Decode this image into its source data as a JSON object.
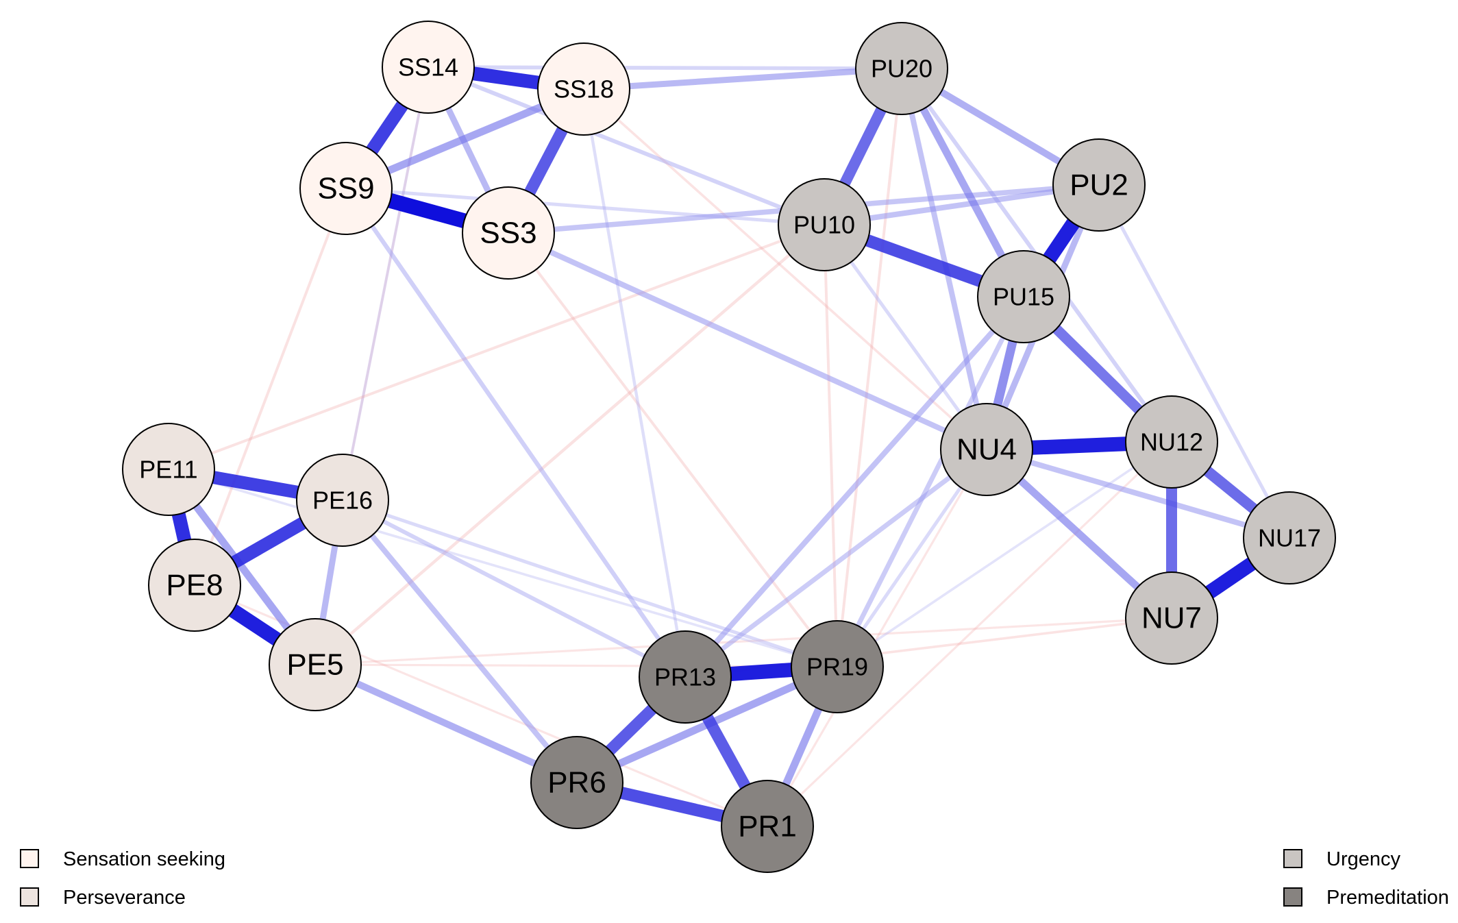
{
  "groups": {
    "SS": {
      "label": "Sensation seeking",
      "color": "#fff4ef"
    },
    "PE": {
      "label": "Perseverance",
      "color": "#ede4df"
    },
    "PU": {
      "label": "Urgency",
      "color": "#c9c5c2"
    },
    "NU": {
      "label": "Urgency",
      "color": "#c9c5c2"
    },
    "PR": {
      "label": "Premeditation",
      "color": "#878380"
    }
  },
  "legend": [
    {
      "label": "Sensation seeking",
      "color": "#fff4ef"
    },
    {
      "label": "Perseverance",
      "color": "#ede4df"
    },
    {
      "label": "Urgency",
      "color": "#c9c5c2"
    },
    {
      "label": "Premeditation",
      "color": "#878380"
    }
  ],
  "nodes": [
    {
      "id": "SS14",
      "group": "SS"
    },
    {
      "id": "SS18",
      "group": "SS"
    },
    {
      "id": "SS9",
      "group": "SS"
    },
    {
      "id": "SS3",
      "group": "SS"
    },
    {
      "id": "PU20",
      "group": "PU"
    },
    {
      "id": "PU10",
      "group": "PU"
    },
    {
      "id": "PU2",
      "group": "PU"
    },
    {
      "id": "PU15",
      "group": "PU"
    },
    {
      "id": "NU4",
      "group": "NU"
    },
    {
      "id": "NU12",
      "group": "NU"
    },
    {
      "id": "NU17",
      "group": "NU"
    },
    {
      "id": "NU7",
      "group": "NU"
    },
    {
      "id": "PE11",
      "group": "PE"
    },
    {
      "id": "PE16",
      "group": "PE"
    },
    {
      "id": "PE8",
      "group": "PE"
    },
    {
      "id": "PE5",
      "group": "PE"
    },
    {
      "id": "PR13",
      "group": "PR"
    },
    {
      "id": "PR19",
      "group": "PR"
    },
    {
      "id": "PR6",
      "group": "PR"
    },
    {
      "id": "PR1",
      "group": "PR"
    }
  ],
  "edges": [
    {
      "a": "SS14",
      "b": "SS18",
      "w": 0.9,
      "sign": 1
    },
    {
      "a": "SS14",
      "b": "SS9",
      "w": 0.85,
      "sign": 1
    },
    {
      "a": "SS9",
      "b": "SS3",
      "w": 1.0,
      "sign": 1
    },
    {
      "a": "SS18",
      "b": "SS3",
      "w": 0.75,
      "sign": 1
    },
    {
      "a": "SS9",
      "b": "SS18",
      "w": 0.45,
      "sign": 1
    },
    {
      "a": "SS14",
      "b": "SS3",
      "w": 0.35,
      "sign": 1
    },
    {
      "a": "SS18",
      "b": "PU20",
      "w": 0.35,
      "sign": 1
    },
    {
      "a": "SS14",
      "b": "PU20",
      "w": 0.18,
      "sign": 1
    },
    {
      "a": "SS3",
      "b": "PU2",
      "w": 0.28,
      "sign": 1
    },
    {
      "a": "SS14",
      "b": "PU10",
      "w": 0.2,
      "sign": 1
    },
    {
      "a": "SS9",
      "b": "PU10",
      "w": 0.15,
      "sign": 1
    },
    {
      "a": "SS3",
      "b": "NU4",
      "w": 0.3,
      "sign": 1
    },
    {
      "a": "SS18",
      "b": "PR13",
      "w": 0.12,
      "sign": 1
    },
    {
      "a": "SS9",
      "b": "PR13",
      "w": 0.22,
      "sign": 1
    },
    {
      "a": "SS14",
      "b": "PE16",
      "w": 0.1,
      "sign": 1
    },
    {
      "a": "SS3",
      "b": "PR19",
      "w": 0.1,
      "sign": -1
    },
    {
      "a": "SS18",
      "b": "NU4",
      "w": 0.08,
      "sign": -1
    },
    {
      "a": "SS9",
      "b": "PE8",
      "w": 0.1,
      "sign": -1
    },
    {
      "a": "SS14",
      "b": "PE16",
      "w": 0.08,
      "sign": -1
    },
    {
      "a": "PU20",
      "b": "PU10",
      "w": 0.7,
      "sign": 1
    },
    {
      "a": "PU20",
      "b": "PU2",
      "w": 0.4,
      "sign": 1
    },
    {
      "a": "PU20",
      "b": "PU15",
      "w": 0.45,
      "sign": 1
    },
    {
      "a": "PU20",
      "b": "NU4",
      "w": 0.3,
      "sign": 1
    },
    {
      "a": "PU20",
      "b": "NU12",
      "w": 0.2,
      "sign": 1
    },
    {
      "a": "PU10",
      "b": "PU15",
      "w": 0.8,
      "sign": 1
    },
    {
      "a": "PU10",
      "b": "PU2",
      "w": 0.3,
      "sign": 1
    },
    {
      "a": "PU2",
      "b": "PU15",
      "w": 0.95,
      "sign": 1
    },
    {
      "a": "PU2",
      "b": "NU4",
      "w": 0.35,
      "sign": 1
    },
    {
      "a": "PU2",
      "b": "NU17",
      "w": 0.15,
      "sign": 1
    },
    {
      "a": "PU15",
      "b": "NU4",
      "w": 0.55,
      "sign": 1
    },
    {
      "a": "PU15",
      "b": "NU12",
      "w": 0.65,
      "sign": 1
    },
    {
      "a": "PU15",
      "b": "PR13",
      "w": 0.3,
      "sign": 1
    },
    {
      "a": "PU15",
      "b": "PR19",
      "w": 0.25,
      "sign": 1
    },
    {
      "a": "PU10",
      "b": "NU4",
      "w": 0.15,
      "sign": 1
    },
    {
      "a": "PU10",
      "b": "PE5",
      "w": 0.12,
      "sign": -1
    },
    {
      "a": "PU10",
      "b": "PE11",
      "w": 0.1,
      "sign": -1
    },
    {
      "a": "PU20",
      "b": "PR19",
      "w": 0.1,
      "sign": -1
    },
    {
      "a": "PU10",
      "b": "PR19",
      "w": 0.1,
      "sign": -1
    },
    {
      "a": "NU4",
      "b": "NU12",
      "w": 0.95,
      "sign": 1
    },
    {
      "a": "NU4",
      "b": "NU7",
      "w": 0.45,
      "sign": 1
    },
    {
      "a": "NU4",
      "b": "NU17",
      "w": 0.3,
      "sign": 1
    },
    {
      "a": "NU12",
      "b": "NU17",
      "w": 0.7,
      "sign": 1
    },
    {
      "a": "NU12",
      "b": "NU7",
      "w": 0.7,
      "sign": 1
    },
    {
      "a": "NU17",
      "b": "NU7",
      "w": 0.95,
      "sign": 1
    },
    {
      "a": "NU4",
      "b": "PR13",
      "w": 0.25,
      "sign": 1
    },
    {
      "a": "NU4",
      "b": "PR19",
      "w": 0.15,
      "sign": 1
    },
    {
      "a": "NU12",
      "b": "PR19",
      "w": 0.08,
      "sign": 1
    },
    {
      "a": "NU7",
      "b": "PR13",
      "w": 0.08,
      "sign": -1
    },
    {
      "a": "NU7",
      "b": "PE5",
      "w": 0.06,
      "sign": -1
    },
    {
      "a": "PE11",
      "b": "PE16",
      "w": 0.85,
      "sign": 1
    },
    {
      "a": "PE11",
      "b": "PE8",
      "w": 0.9,
      "sign": 1
    },
    {
      "a": "PE11",
      "b": "PE5",
      "w": 0.45,
      "sign": 1
    },
    {
      "a": "PE16",
      "b": "PE8",
      "w": 0.85,
      "sign": 1
    },
    {
      "a": "PE16",
      "b": "PE5",
      "w": 0.35,
      "sign": 1
    },
    {
      "a": "PE8",
      "b": "PE5",
      "w": 0.95,
      "sign": 1
    },
    {
      "a": "PE5",
      "b": "PR6",
      "w": 0.4,
      "sign": 1
    },
    {
      "a": "PE16",
      "b": "PR6",
      "w": 0.3,
      "sign": 1
    },
    {
      "a": "PE16",
      "b": "PR13",
      "w": 0.2,
      "sign": 1
    },
    {
      "a": "PE16",
      "b": "PR19",
      "w": 0.15,
      "sign": 1
    },
    {
      "a": "PE11",
      "b": "PR19",
      "w": 0.08,
      "sign": 1
    },
    {
      "a": "PE5",
      "b": "PR19",
      "w": 0.06,
      "sign": -1
    },
    {
      "a": "PE8",
      "b": "PR1",
      "w": 0.06,
      "sign": -1
    },
    {
      "a": "PR13",
      "b": "PR19",
      "w": 0.95,
      "sign": 1
    },
    {
      "a": "PR13",
      "b": "PR6",
      "w": 0.75,
      "sign": 1
    },
    {
      "a": "PR13",
      "b": "PR1",
      "w": 0.75,
      "sign": 1
    },
    {
      "a": "PR19",
      "b": "PR6",
      "w": 0.45,
      "sign": 1
    },
    {
      "a": "PR19",
      "b": "PR1",
      "w": 0.45,
      "sign": 1
    },
    {
      "a": "PR6",
      "b": "PR1",
      "w": 0.8,
      "sign": 1
    },
    {
      "a": "PR1",
      "b": "NU4",
      "w": 0.06,
      "sign": -1
    },
    {
      "a": "PR1",
      "b": "NU12",
      "w": 0.06,
      "sign": -1
    }
  ]
}
